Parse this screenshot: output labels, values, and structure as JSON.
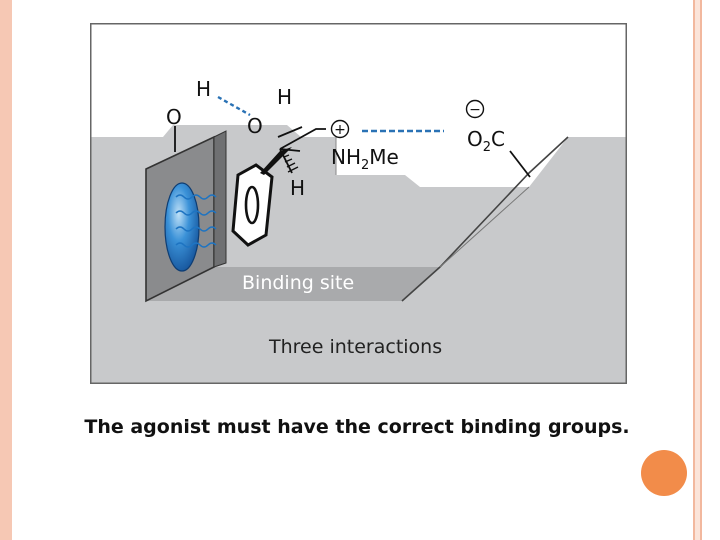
{
  "diagram": {
    "atoms": {
      "h_top": "H",
      "o_left": "O",
      "h_hydroxyl": "H",
      "o_mid": "O",
      "nh2me_part1": "NH",
      "nh2me_sub": "2",
      "nh2me_part2": "Me",
      "h_low": "H",
      "o2c_part1": "O",
      "o2c_sub": "2",
      "o2c_part2": "C"
    },
    "charges": {
      "positive": "+",
      "negative": "−"
    },
    "labels": {
      "binding_site": "Binding site",
      "three_interactions": "Three interactions"
    },
    "colors": {
      "frame": "#666666",
      "surface": "#c8c9cb",
      "wall_front": "#8a8b8d",
      "dash": "#2a72b5",
      "ring_blue": "#1e74c2"
    }
  },
  "caption": "The agonist must have the correct binding groups."
}
